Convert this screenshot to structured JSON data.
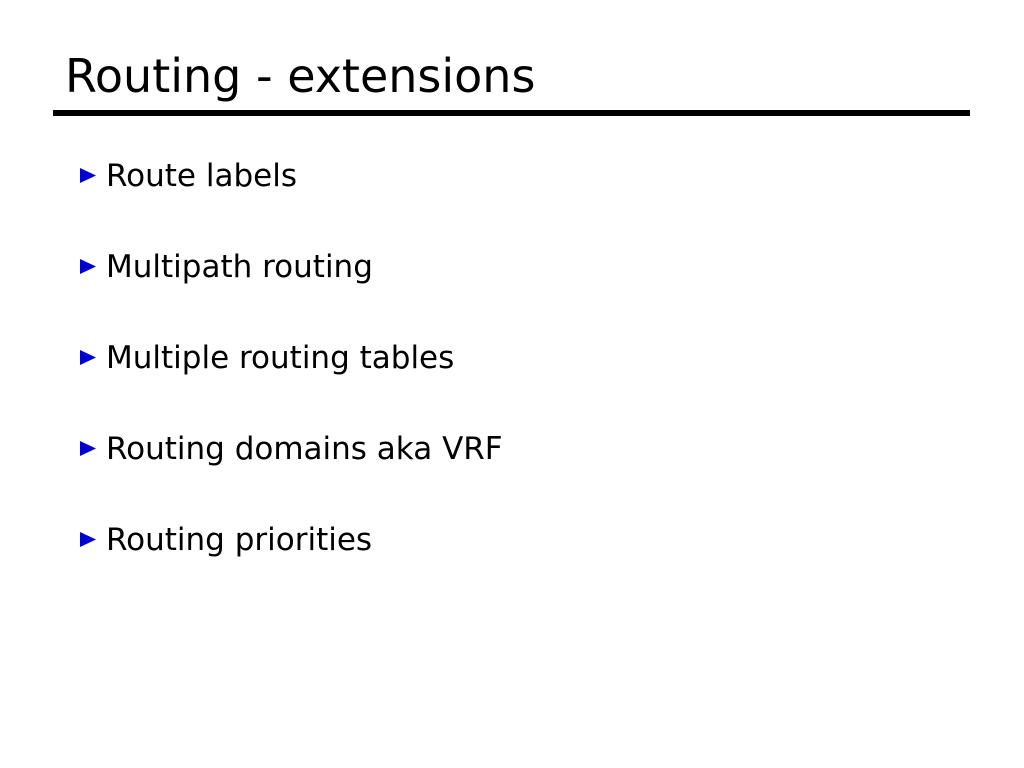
{
  "slide": {
    "title": "Routing - extensions",
    "background_color": "#ffffff",
    "text_color": "#000000",
    "rule_color": "#000000",
    "bullet_color": "#0000d0",
    "bullet_icon": "triangle-right-icon",
    "bullets": [
      {
        "label": "Route labels"
      },
      {
        "label": "Multipath routing"
      },
      {
        "label": "Multiple routing tables"
      },
      {
        "label": "Routing domains aka VRF"
      },
      {
        "label": "Routing priorities"
      }
    ]
  }
}
